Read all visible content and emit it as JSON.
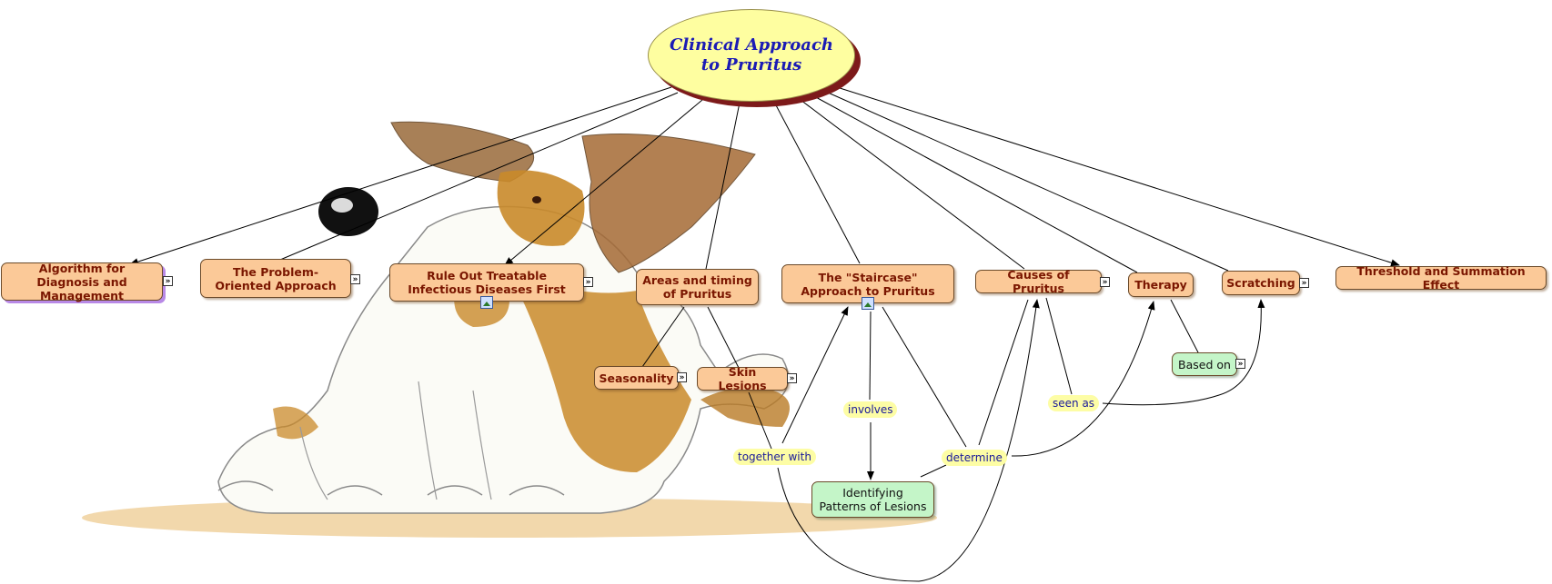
{
  "title": "Clinical Approach to Pruritus",
  "colors": {
    "concept_fill": "#fbc998",
    "concept_text": "#7a1600",
    "green_fill": "#c4f5c8",
    "label_fill": "#fdfda5",
    "label_text": "#1a1a9a",
    "title_fill": "#fefea0",
    "title_shadow": "#7d1a1a"
  },
  "concepts": {
    "algorithm": "Algorithm for Diagnosis and Management",
    "problem_oriented": "The Problem-Oriented Approach",
    "rule_out": "Rule Out Treatable Infectious Diseases First",
    "areas_timing": "Areas and timing of Pruritus",
    "staircase": "The \"Staircase\" Approach to Pruritus",
    "causes": "Causes of Pruritus",
    "therapy": "Therapy",
    "scratching": "Scratching",
    "threshold": "Threshold and Summation Effect",
    "seasonality": "Seasonality",
    "skin_lesions": "Skin Lesions",
    "based_on": "Based on",
    "identifying": "Identifying Patterns of Lesions"
  },
  "link_labels": {
    "involves": "involves",
    "seen_as": "seen as",
    "together_with": "together with",
    "determine": "determine"
  },
  "icons": {
    "expand": "double-chevron-right-icon",
    "resource": "image-resource-icon"
  }
}
